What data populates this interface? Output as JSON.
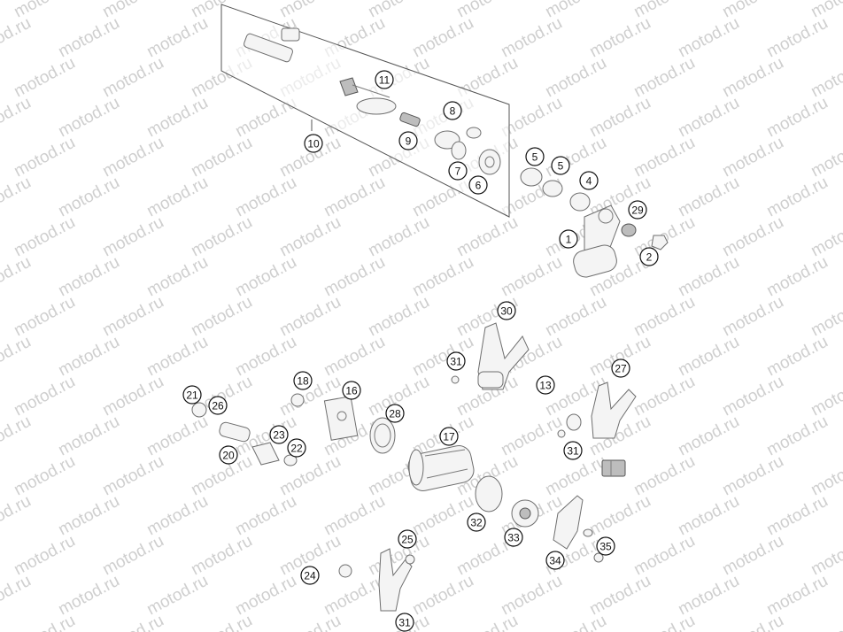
{
  "watermark": "motod.ru",
  "callouts": [
    "1",
    "2",
    "4",
    "5",
    "5",
    "6",
    "7",
    "8",
    "9",
    "10",
    "11",
    "13",
    "16",
    "17",
    "18",
    "20",
    "21",
    "22",
    "23",
    "24",
    "25",
    "26",
    "27",
    "28",
    "29",
    "30",
    "31",
    "31",
    "31",
    "32",
    "33",
    "34",
    "35"
  ]
}
